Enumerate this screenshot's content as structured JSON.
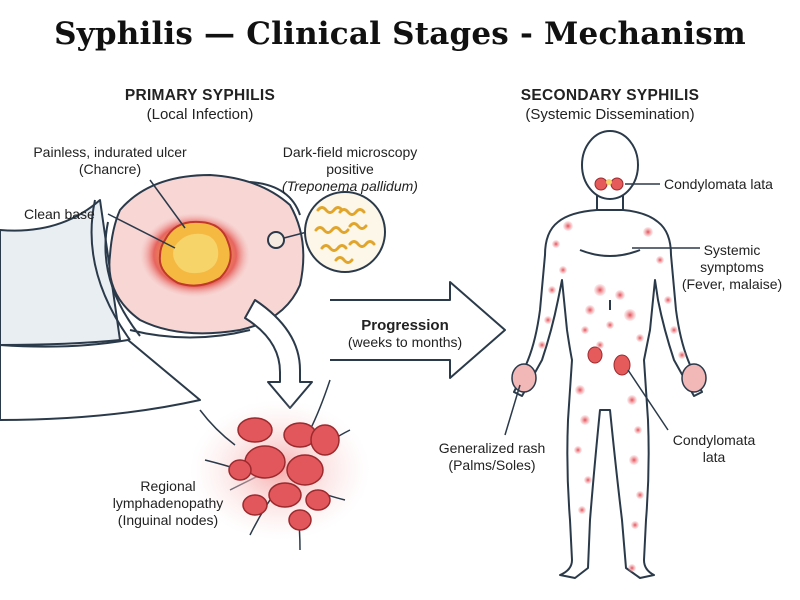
{
  "title": "Syphilis — Clinical Stages - Mechanism",
  "primary": {
    "heading": "PRIMARY SYPHILIS",
    "subheading": "(Local Infection)",
    "ulcer_line1": "Painless, indurated ulcer",
    "ulcer_line2": "(Chancre)",
    "clean_base": "Clean base",
    "darkfield_line1": "Dark-field microscopy",
    "darkfield_line2": "positive",
    "darkfield_line3": "(Treponema pallidum)",
    "lymph_line1": "Regional",
    "lymph_line2": "lymphadenopathy",
    "lymph_line3": "(Inguinal nodes)"
  },
  "progression": {
    "label": "Progression",
    "sublabel": "(weeks to months)"
  },
  "secondary": {
    "heading": "SECONDARY SYPHILIS",
    "subheading": "(Systemic Dissemination)",
    "condylomata_mouth": "Condylomata lata",
    "systemic_line1": "Systemic",
    "systemic_line2": "symptoms",
    "systemic_line3": "(Fever, malaise)",
    "rash_line1": "Generalized rash",
    "rash_line2": "(Palms/Soles)",
    "condylomata_groin_line1": "Condylomata",
    "condylomata_groin_line2": "lata"
  },
  "colors": {
    "outline": "#2b3a4a",
    "skin": "#f7d6d4",
    "lesion": "#e55a5a",
    "ulcer_core": "#f5b942",
    "node": "#e2575b",
    "bacteria": "#e0a52a"
  }
}
